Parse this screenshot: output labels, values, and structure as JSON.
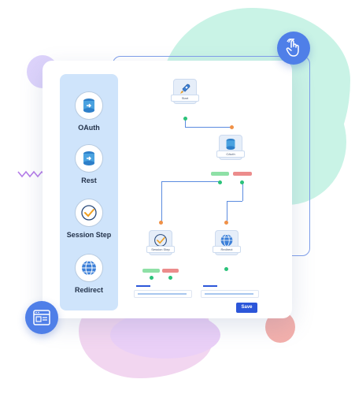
{
  "sidebar": {
    "items": [
      {
        "label": "OAuth",
        "icon": "database-icon"
      },
      {
        "label": "Rest",
        "icon": "database-icon"
      },
      {
        "label": "Session Step",
        "icon": "checkmark-icon"
      },
      {
        "label": "Redirect",
        "icon": "globe-icon"
      }
    ]
  },
  "flow": {
    "nodes": [
      {
        "label": "Start",
        "icon": "rocket-icon"
      },
      {
        "label": "OAuth",
        "icon": "database-icon"
      },
      {
        "label": "Session Step",
        "icon": "checkmark-icon"
      },
      {
        "label": "Redirect",
        "icon": "globe-icon"
      }
    ]
  },
  "actions": {
    "save_label": "Save"
  },
  "colors": {
    "accent": "#2c56d9",
    "sidebar_bg": "#cfe4fb",
    "connector": "#5b8bdf",
    "success": "#2bc27a",
    "junction": "#f09147"
  }
}
